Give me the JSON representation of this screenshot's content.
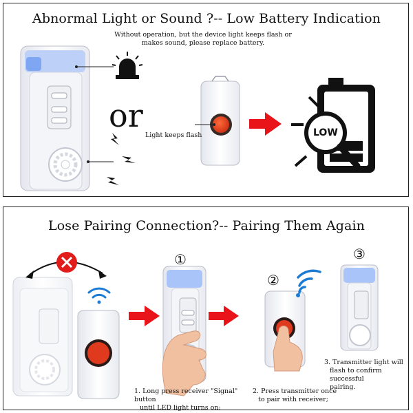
{
  "panel_top": {
    "title": "Abnormal Light or Sound ?-- Low Battery Indication",
    "description_line1": "Without operation, but the device light keeps flash or",
    "description_line2": "makes sound, please replace battery.",
    "or_text": "or",
    "callout": "Light keeps flash",
    "battery_text": "LOW"
  },
  "panel_bottom": {
    "title": "Lose Pairing Connection?-- Pairing Them Again",
    "steps": [
      {
        "number": "①",
        "line1": "1. Long press receiver \"Signal\" button",
        "line2": "until LED light turns on;"
      },
      {
        "number": "②",
        "line1": "2. Press transmitter once",
        "line2": "to pair with receiver;"
      },
      {
        "number": "③",
        "line1": "3. Transmitter light will",
        "line2": "flash to confirm successful",
        "line3": "pairing."
      }
    ]
  },
  "colors": {
    "arrow_red": "#e8141a",
    "button_red": "#e03a1e",
    "led_blue": "#8fb4f5",
    "wifi_blue": "#1c7bd3",
    "cross_red": "#e21b1b"
  }
}
